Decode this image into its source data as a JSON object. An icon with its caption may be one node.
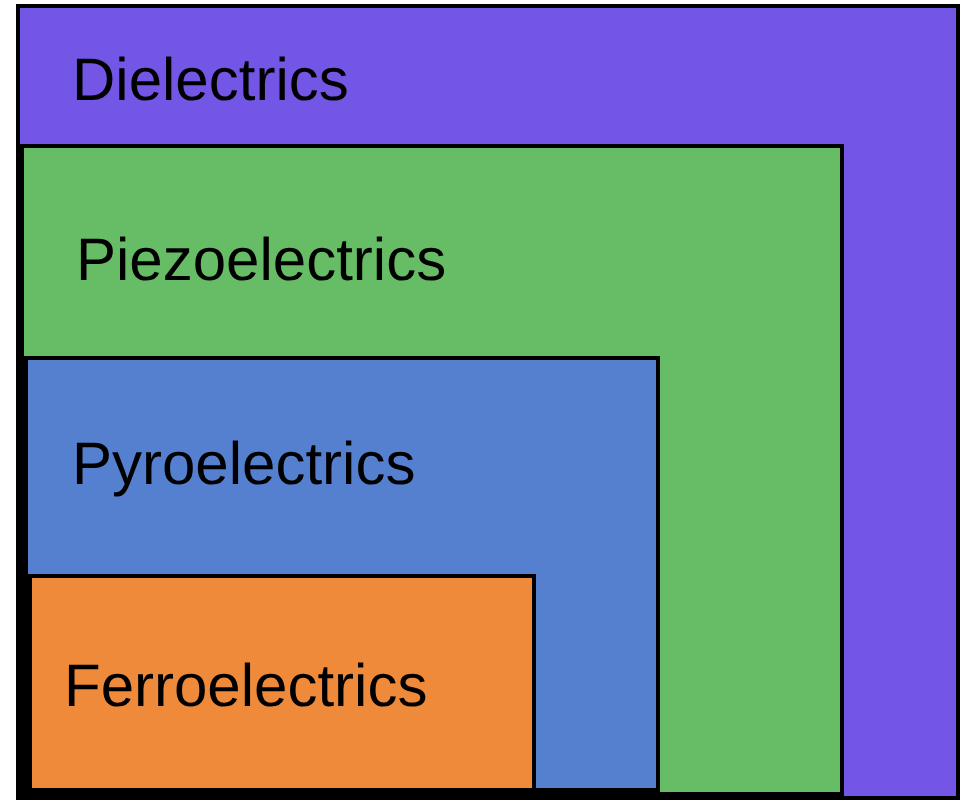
{
  "diagram": {
    "nodes": [
      {
        "text": [
          "Dielectrics"
        ]
      },
      {
        "text": [
          "Piezoelectrics"
        ],
        "in": 0
      },
      {
        "text": [
          "Pyroelectrics"
        ],
        "in": 1
      },
      {
        "text": [
          "Ferroelectrics"
        ],
        "in": 2
      }
    ]
  }
}
